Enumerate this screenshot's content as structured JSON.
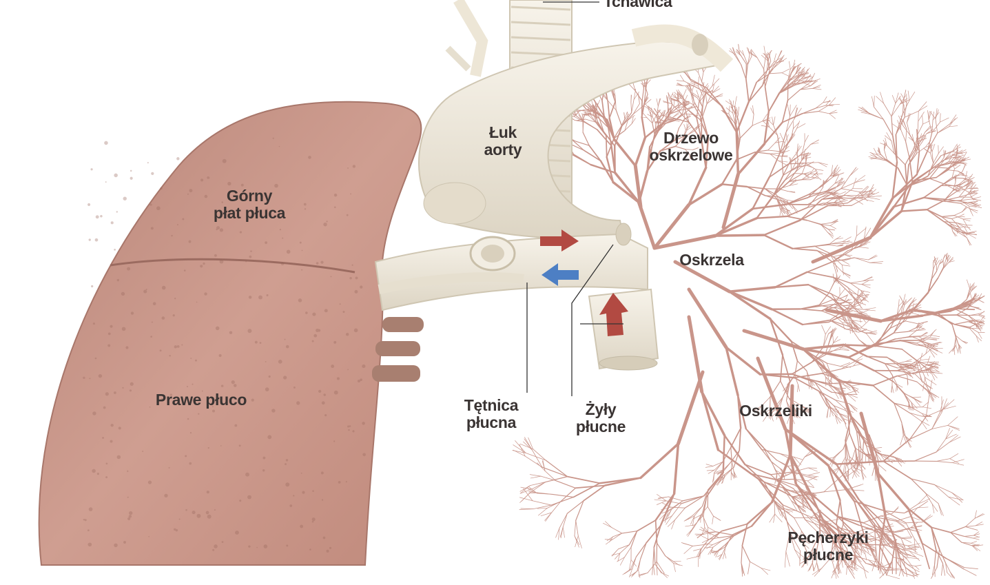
{
  "labels": {
    "tchawica": "Tchawica",
    "luk_aorty": [
      "Łuk",
      "aorty"
    ],
    "drzewo_oskrzelowe": [
      "Drzewo",
      "oskrzelowe"
    ],
    "gorny_plat": [
      "Górny",
      "płat płuca"
    ],
    "oskrzela": "Oskrzela",
    "prawe_pluco": "Prawe płuco",
    "tetnica_plucna": [
      "Tętnica",
      "płucna"
    ],
    "zyly_plucne": [
      "Żyły",
      "płucne"
    ],
    "oskrzeliki": "Oskrzeliki",
    "pecherzyki_plucne": [
      "Pęcherzyki",
      "płucne"
    ]
  },
  "colors": {
    "lung": "#c9978a",
    "lung_dark": "#a8766a",
    "vessel": "#efe9dc",
    "bronchial_tree": "#c9958a",
    "arrow_red": "#b24a42",
    "arrow_blue": "#4d7fc4",
    "label_text": "#3a3433"
  }
}
